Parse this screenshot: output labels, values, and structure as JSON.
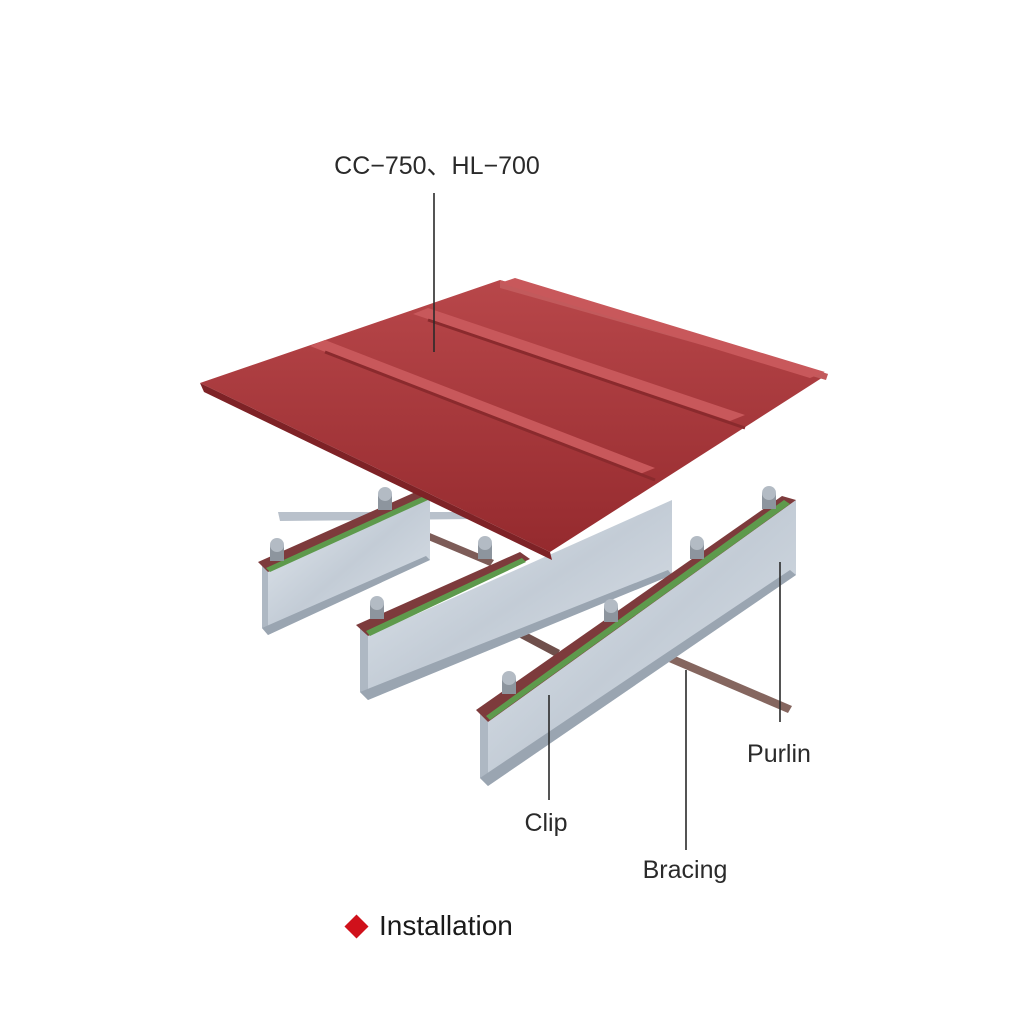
{
  "labels": {
    "panel": "CC−750、HL−700",
    "purlin": "Purlin",
    "clip": "Clip",
    "bracing": "Bracing"
  },
  "caption": "Installation",
  "colors": {
    "roof_panel": "#a8373a",
    "purlin": "#c9d3dc",
    "gasket": "#5e9a4c",
    "bracing": "#8a6a66",
    "accent": "#d0111b"
  }
}
